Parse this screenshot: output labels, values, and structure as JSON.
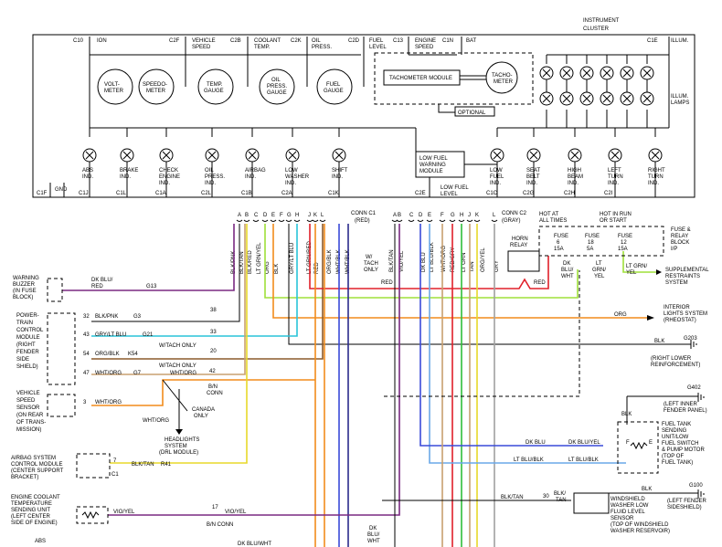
{
  "cluster": {
    "title_line1": "INSTRUMENT",
    "title_line2": "CLUSTER",
    "top_labels": [
      "ION",
      "VEHICLE",
      "SPEED",
      "COOLANT",
      "TEMP.",
      "OIL",
      "PRESS.",
      "FUEL",
      "LEVEL",
      "ENGINE",
      "SPEED",
      "BAT",
      "ILLUM."
    ],
    "pins_top": [
      "C10",
      "C2F",
      "C2B",
      "C2K",
      "C2D",
      "C13",
      "C1N",
      "C1E"
    ],
    "gauges": [
      {
        "l1": "VOLT-",
        "l2": "METER"
      },
      {
        "l1": "SPEEDO-",
        "l2": "METER"
      },
      {
        "l1": "TEMP.",
        "l2": "GAUGE"
      },
      {
        "l1": "OIL",
        "l2": "PRESS.",
        "l3": "GAUGE"
      },
      {
        "l1": "FUEL",
        "l2": "GAUGE"
      }
    ],
    "tach_module": "TACHOMETER MODULE",
    "tach_l1": "TACHO-",
    "tach_l2": "METER",
    "optional": "OPTIONAL",
    "illum_lamps_l1": "ILLUM.",
    "illum_lamps_l2": "LAMPS",
    "indicators": [
      {
        "l1": "ABS",
        "l2": "IND.",
        "pin": "C1J"
      },
      {
        "l1": "BRAKE",
        "l2": "IND.",
        "pin": "C1L"
      },
      {
        "l1": "CHECK",
        "l2": "ENGINE",
        "l3": "IND.",
        "pin": "C1A"
      },
      {
        "l1": "OIL",
        "l2": "PRESS.",
        "l3": "IND.",
        "pin": "C2L"
      },
      {
        "l1": "AIRBAG",
        "l2": "IND.",
        "pin": "C1B"
      },
      {
        "l1": "LOW",
        "l2": "WASHER",
        "l3": "IND.",
        "pin": "C2A"
      },
      {
        "l1": "SHIFT",
        "l2": "IND.",
        "pin": "C1K"
      },
      {
        "l1": "LOW",
        "l2": "FUEL",
        "l3": "IND.",
        "pin": "C1C"
      },
      {
        "l1": "SEAT",
        "l2": "BELT",
        "l3": "IND.",
        "pin": "C2G"
      },
      {
        "l1": "HIGH",
        "l2": "BEAM",
        "l3": "IND.",
        "pin": "C2H"
      },
      {
        "l1": "LEFT",
        "l2": "TURN",
        "l3": "IND.",
        "pin": "C2I"
      },
      {
        "l1": "RIGHT",
        "l2": "TURN",
        "l3": "IND."
      }
    ],
    "pin_c1f": "C1F",
    "gnd": "GND",
    "lowfuel_module_l1": "LOW FUEL",
    "lowfuel_module_l2": "WARNING",
    "lowfuel_module_l3": "MODULE",
    "pin_c2e": "C2E",
    "lowfuel_level_l1": "LOW FUEL",
    "lowfuel_level_l2": "LEVEL"
  },
  "connectors": {
    "c1_title": "CONN C1",
    "c1_color": "(RED)",
    "c2_title": "CONN C2",
    "c2_color": "(GRAY)",
    "c1_pins": [
      "A",
      "B",
      "C",
      "D",
      "E",
      "F",
      "G",
      "H",
      "J",
      "K",
      "L"
    ],
    "c2_pins": [
      "A",
      "B",
      "C",
      "D",
      "E",
      "F",
      "G",
      "H",
      "J",
      "K",
      "L"
    ],
    "c1_wires": [
      "BLK/PNK",
      "BLK/TAN",
      "BLK/RED",
      "LT GRN/YEL",
      "ORG",
      "BLK",
      "GRY/LT BLU",
      "LT GRN/RED",
      "RED",
      "ORG/BLK",
      "WHT/BLK",
      "WHT/BLK"
    ],
    "c2_wires": [
      "BLK/TAN",
      "VIO/YEL",
      "DK BLU",
      "LT BLU/BLK",
      "WHT/ORG",
      "RED/GRY",
      "LT GRN",
      "TAN",
      "ORG/YEL",
      "GRY"
    ]
  },
  "fuses": {
    "hot_at": "HOT AT",
    "all_times": "ALL TIMES",
    "hot_run_l1": "HOT IN RUN",
    "hot_run_l2": "OR START",
    "block_l1": "FUSE &",
    "block_l2": "RELAY",
    "block_l3": "BLOCK",
    "block_l4": "I/P",
    "f1": "FUSE",
    "f1n": "6",
    "f1a": "15A",
    "f2": "FUSE",
    "f2n": "18",
    "f2a": "5A",
    "f3": "FUSE",
    "f3n": "12",
    "f3a": "15A",
    "horn_l1": "HORN",
    "horn_l2": "RELAY",
    "dk_blu_wht_l1": "DK",
    "dk_blu_wht_l2": "BLU/",
    "dk_blu_wht_l3": "WHT",
    "lt_grn_yel_l1": "LT",
    "lt_grn_yel_l2": "GRN/",
    "lt_grn_yel_l3": "YEL",
    "ltgrn_yel": "LT GRN/",
    "ltgrn_yel2": "YEL",
    "supp_l1": "SUPPLEMENTAL",
    "supp_l2": "RESTRAINTS",
    "supp_l3": "SYSTEM",
    "red": "RED",
    "w_tach_l1": "W/",
    "w_tach_l2": "TACH",
    "w_tach_l3": "ONLY"
  },
  "left": {
    "buzzer_l1": "WARNING",
    "buzzer_l2": "BUZZER",
    "buzzer_l3": "(IN FUSE",
    "buzzer_l4": "BLOCK)",
    "buzzer_wire_l1": "DK BLU/",
    "buzzer_wire_l2": "RED",
    "buzzer_g": "G13",
    "pcm_l1": "POWER-",
    "pcm_l2": "TRAIN",
    "pcm_l3": "CONTROL",
    "pcm_l4": "MODULE",
    "pcm_l5": "(RIGHT",
    "pcm_l6": "FENDER",
    "pcm_l7": "SIDE",
    "pcm_l8": "SHIELD)",
    "pcm_p1": "32",
    "pcm_w1": "BLK/PNK",
    "pcm_g1": "G3",
    "pcm_c1": "38",
    "pcm_p2": "43",
    "pcm_w2": "GRY/LT BLU",
    "pcm_g2": "G21",
    "pcm_c2": "33",
    "pcm_note2": "W/TACH ONLY",
    "pcm_p3": "54",
    "pcm_w3": "ORG/BLK",
    "pcm_g3": "K54",
    "pcm_c3": "20",
    "pcm_note3": "W/TACH ONLY",
    "pcm_p4": "47",
    "pcm_w4": "WHT/ORG",
    "pcm_g4": "G7",
    "pcm_c4": "42",
    "pcm_w4b": "WHT/ORG",
    "bn_l1": "B/N",
    "bn_l2": "CONN",
    "canada_l1": "CANADA",
    "canada_l2": "ONLY",
    "vss_l1": "VEHICLE",
    "vss_l2": "SPEED",
    "vss_l3": "SENSOR",
    "vss_l4": "(ON REAR",
    "vss_l5": "OF TRANS-",
    "vss_l6": "MISSION)",
    "vss_p": "3",
    "vss_w": "WHT/ORG",
    "drl_w": "WHT/ORG",
    "drl_l1": "HEADLIGHTS",
    "drl_l2": "SYSTEM",
    "drl_l3": "(DRL MODULE)",
    "air_l1": "AIRBAG SYSTEM",
    "air_l2": "CONTROL MODULE",
    "air_l3": "(CENTER SUPPORT",
    "air_l4": "BRACKET)",
    "air_p1": "7",
    "air_p2": "C1",
    "air_w": "BLK/TAN",
    "air_g": "R41",
    "ect_l1": "ENGINE COOLANT",
    "ect_l2": "TEMPERATURE",
    "ect_l3": "SENDING UNIT",
    "ect_l4": "(LEFT CENTER",
    "ect_l5": "SIDE OF ENGINE)",
    "ect_w": "VIO/YEL",
    "ect_c": "17",
    "ect_w2": "VIO/YEL",
    "ect_bn": "B/N CONN",
    "abs": "ABS",
    "dkblu_wht": "DK BLU/WHT"
  },
  "right": {
    "interior_l1": "INTERIOR",
    "interior_l2": "LIGHTS SYSTEM",
    "interior_l3": "(RHEOSTAT)",
    "org": "ORG",
    "blk1": "BLK",
    "g203": "G203",
    "g203_l1": "(RIGHT LOWER",
    "g203_l2": "REINFORCEMENT)",
    "g402": "G402",
    "g402_l1": "(LEFT INNER",
    "g402_l2": "FENDER PANEL)",
    "blk2": "BLK",
    "fuel_l1": "FUEL TANK",
    "fuel_l2": "SENDING",
    "fuel_l3": "UNIT/LOW",
    "fuel_l4": "FUEL SWITCH",
    "fuel_l5": "& PUMP MOTOR",
    "fuel_l6": "(TOP OF",
    "fuel_l7": "FUEL TANK)",
    "fuel_f": "F",
    "fuel_e": "E",
    "dkblu_a": "DK BLU",
    "dkblu_yel": "DK BLU/YEL",
    "ltblu_blk_a": "LT BLU/BLK",
    "ltblu_blk_b": "LT BLU/BLK",
    "g100": "G100",
    "g100_l1": "(LEFT FENDER",
    "g100_l2": "SIDESHIELD)",
    "blk3": "BLK",
    "blktan": "BLK/TAN",
    "c30": "30",
    "blktan2_l1": "BLK/",
    "blktan2_l2": "TAN",
    "washer_l1": "WINDSHIELD",
    "washer_l2": "WASHER LOW",
    "washer_l3": "FLUID LEVEL",
    "washer_l4": "SENSOR",
    "washer_l5": "(TOP OF WINDSHIELD",
    "washer_l6": "WASHER RESERVOIR)",
    "dk_blu_wht_bot_l1": "DK",
    "dk_blu_wht_bot_l2": "BLU/",
    "dk_blu_wht_bot_l3": "WHT"
  },
  "colors": {
    "violet": "#7a2a82",
    "orange": "#f28c1c",
    "cyan": "#29c4d8",
    "brown": "#8b5a2b",
    "green": "#2fbe3a",
    "light_green": "#9fe03a",
    "yellow": "#e8d82a",
    "tan": "#c8a070",
    "gray": "#a0a0a0",
    "red": "#e0202a",
    "blue": "#3a4ad8",
    "light_blue": "#6aa8e8",
    "pink": "#d84aa8",
    "navy": "#2a2a8a",
    "black": "#000000"
  }
}
